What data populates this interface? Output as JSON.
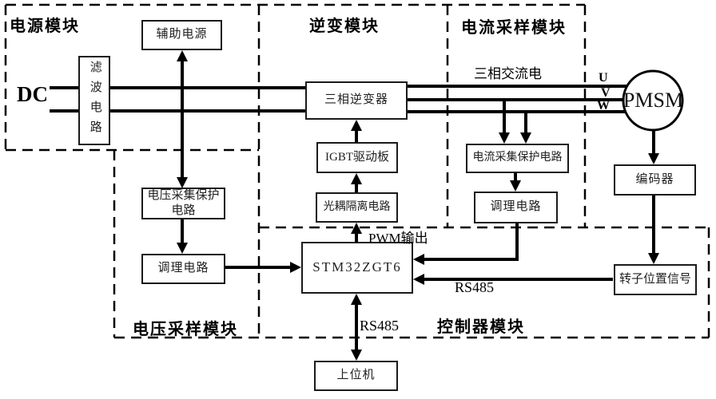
{
  "modules": {
    "power": "电源模块",
    "inverter": "逆变模块",
    "current_sampling": "电流采样模块",
    "voltage_sampling": "电压采样模块",
    "controller": "控制器模块"
  },
  "blocks": {
    "aux_power": "辅助电源",
    "filter": "滤波电路",
    "three_phase_inverter": "三相逆变器",
    "igbt_driver": "IGBT驱动板",
    "opto_isolation": "光耦隔离电路",
    "current_protection": "电流采集保护电路",
    "current_conditioning": "调理电路",
    "voltage_protection": "电压采集保护电路",
    "voltage_conditioning": "调理电路",
    "mcu": "STM32ZGT6",
    "encoder": "编码器",
    "rotor_position": "转子位置信号",
    "host_computer": "上位机",
    "motor": "PMSM"
  },
  "wire_labels": {
    "dc_input": "DC",
    "three_phase_ac": "三相交流电",
    "phase_u": "U",
    "phase_v": "V",
    "phase_w": "W",
    "pwm_output": "PWM输出",
    "rs485_rotor_link": "RS485",
    "rs485_host_link": "RS485"
  },
  "colors": {
    "line": "#000000",
    "background": "#ffffff",
    "box_border": "#1a1a1a"
  }
}
